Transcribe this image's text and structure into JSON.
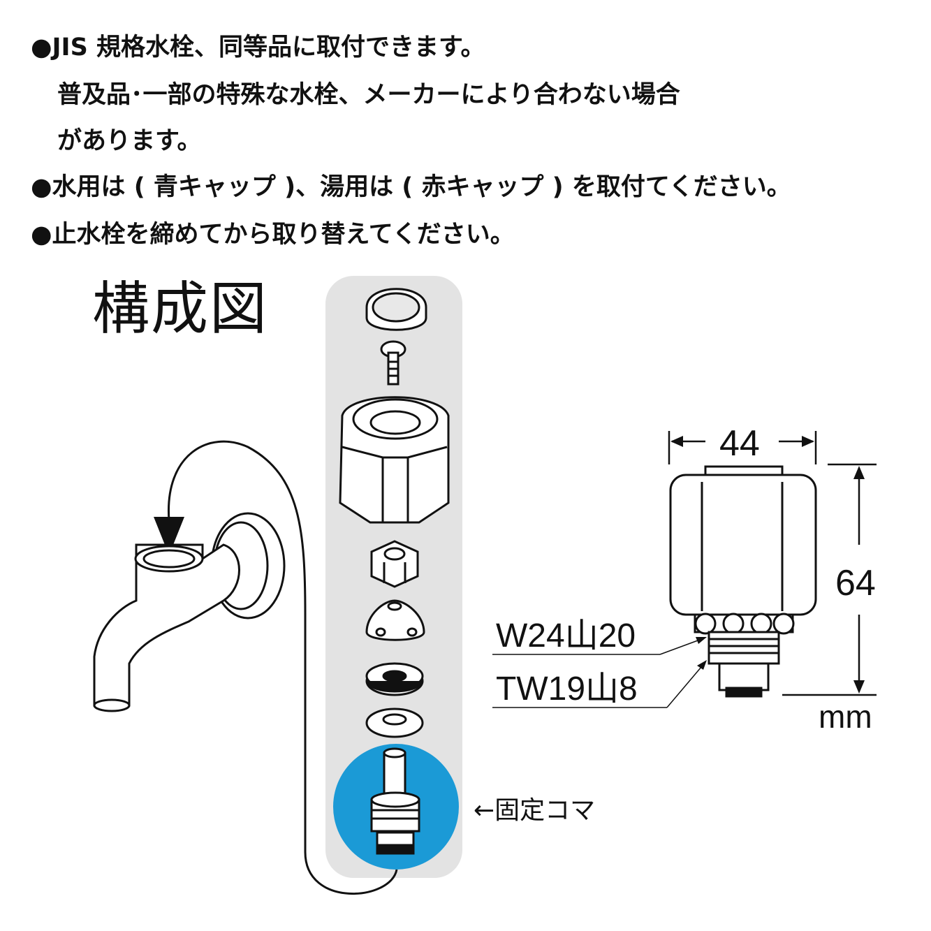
{
  "notes": [
    {
      "text": "●JIS 規格水栓、同等品に取付できます。",
      "indent": false
    },
    {
      "text": "普及品･一部の特殊な水栓、メーカーにより合わない場合",
      "indent": true
    },
    {
      "text": "があります。",
      "indent": true
    },
    {
      "text": "●水用は ( 青キャップ )、湯用は ( 赤キャップ ) を取付てください。",
      "indent": false
    },
    {
      "text": "●止水栓を締めてから取り替えてください。",
      "indent": false
    }
  ],
  "title": "構成図",
  "callout": "←固定コマ",
  "dimensions": {
    "width": "44",
    "height": "64",
    "thread_1": "W24山20",
    "thread_2": "TW19山8",
    "unit": "mm"
  },
  "colors": {
    "highlight": "#1b9ad6",
    "panel": "#e3e3e3",
    "ink": "#111111"
  }
}
